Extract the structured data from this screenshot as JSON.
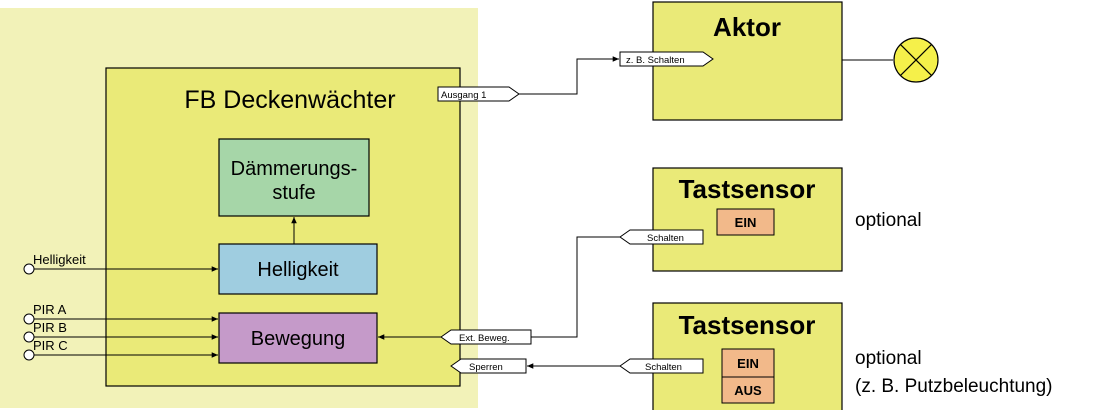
{
  "colors": {
    "outer_area": "#f2f2b8",
    "fb_block": "#eaea78",
    "daemmerung": "#a6d6a8",
    "helligkeit": "#9fcde0",
    "bewegung": "#c59ac9",
    "device": "#eaea78",
    "button": "#f2b98a",
    "lamp": "#f5f04a"
  },
  "fb": {
    "title": "FB Deckenwächter",
    "output_port": "Ausgang 1",
    "daemmerung_line1": "Dämmerungs-",
    "daemmerung_line2": "stufe",
    "helligkeit_block": "Helligkeit",
    "bewegung_block": "Bewegung",
    "input_ext": "Ext. Beweg.",
    "input_sperren": "Sperren"
  },
  "inputs": {
    "helligkeit": "Helligkeit",
    "pir_a": "PIR A",
    "pir_b": "PIR B",
    "pir_c": "PIR C"
  },
  "aktor": {
    "title": "Aktor",
    "input_port": "z. B. Schalten",
    "lamp_icon": "lamp-icon"
  },
  "tastsensor1": {
    "title": "Tastsensor",
    "button": "EIN",
    "port": "Schalten",
    "note": "optional"
  },
  "tastsensor2": {
    "title": "Tastsensor",
    "button_on": "EIN",
    "button_off": "AUS",
    "port": "Schalten",
    "note_line1": "optional",
    "note_line2": "(z. B. Putzbeleuchtung)"
  }
}
